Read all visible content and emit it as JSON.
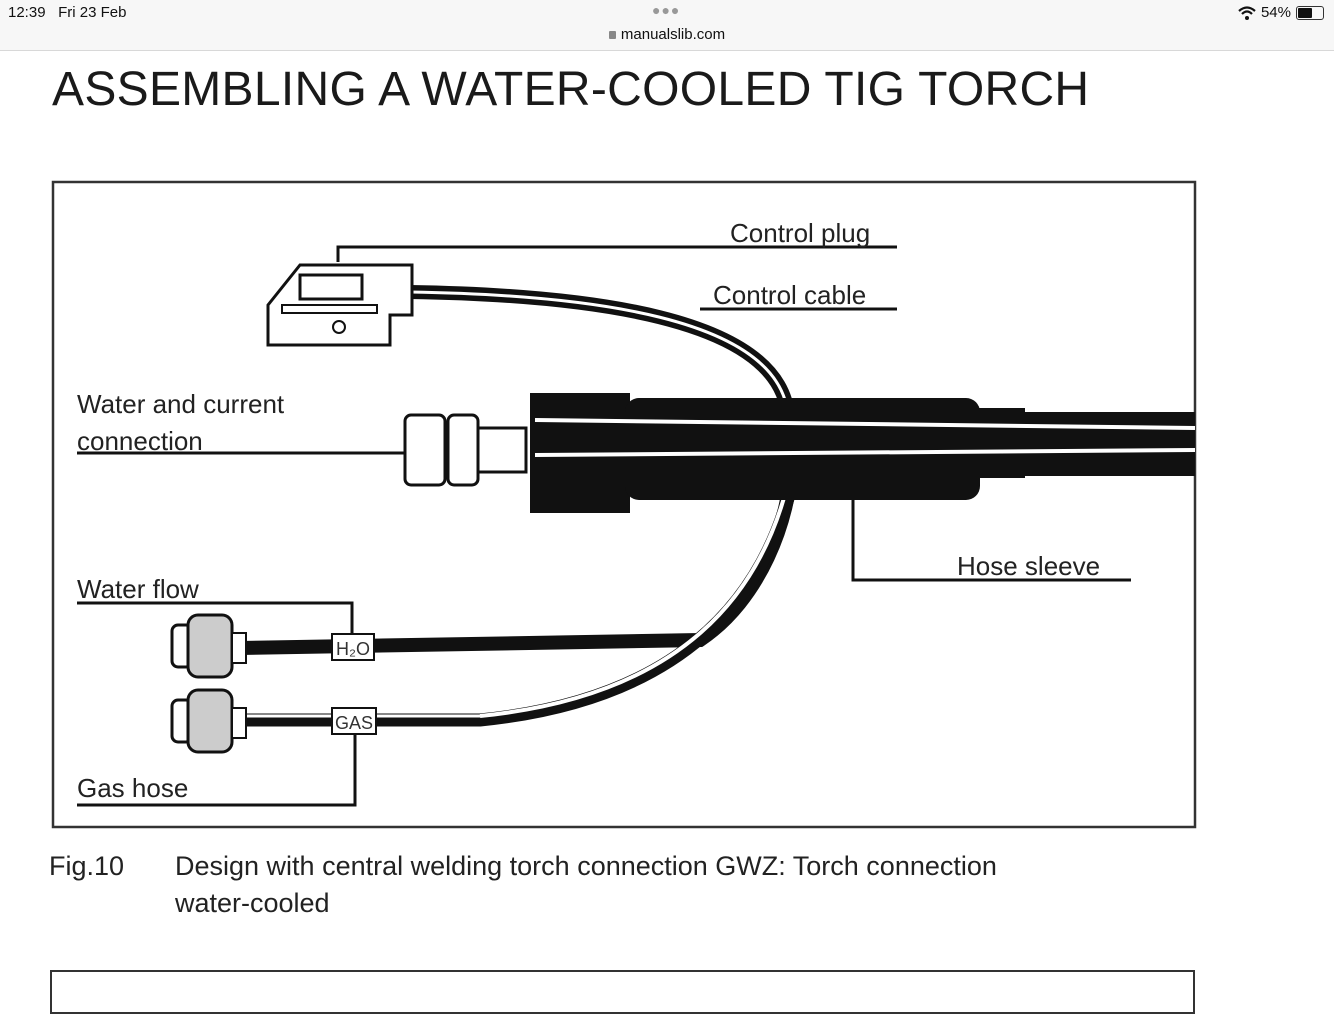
{
  "status_bar": {
    "time": "12:39",
    "date": "Fri 23 Feb",
    "url": "manualslib.com",
    "battery": "54%",
    "battery_level": 0.54
  },
  "page": {
    "title": "ASSEMBLING A WATER-COOLED TIG TORCH",
    "figure": {
      "labels": {
        "control_plug": "Control plug",
        "control_cable": "Control cable",
        "water_current_1": "Water and current",
        "water_current_2": "connection",
        "hose_sleeve": "Hose sleeve",
        "water_flow": "Water flow",
        "gas_hose": "Gas hose",
        "h2o_tag": "H₂O",
        "gas_tag": "GAS"
      },
      "number": "Fig.10",
      "caption_line1": "Design with central welding torch connection GWZ: Torch connection",
      "caption_line2": "water-cooled"
    }
  }
}
